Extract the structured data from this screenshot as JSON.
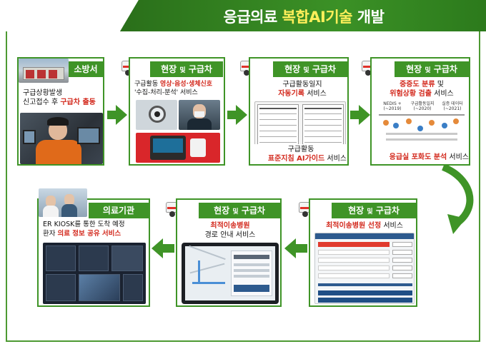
{
  "title": {
    "prefix": "응급의료 ",
    "highlight": "복합AI기술",
    "suffix": " 개발"
  },
  "colors": {
    "green": "#3f9427",
    "dark_green": "#2f7d1f",
    "red": "#d32a1e",
    "yellow": "#ffef5a"
  },
  "cards": {
    "fire": {
      "head": "소방서",
      "line1": "구급상황발생",
      "line2_prefix": "신고접수 후 ",
      "line2_red": "구급차 출동"
    },
    "field1": {
      "head_main1": "현장",
      "head_small": "및",
      "head_main2": "구급차",
      "line1_prefix": "구급활동 ",
      "line1_red": "영상·음성·생체신호",
      "line2": "'수집-처리-분석' 서비스"
    },
    "field2": {
      "head_main1": "현장",
      "head_small": "및",
      "head_main2": "구급차",
      "line1": "구급활동일지",
      "line2_red": "자동기록",
      "line2_suffix": " 서비스",
      "line3": "구급활동",
      "line4_red": "표준지침 AI가이드",
      "line4_suffix": " 서비스"
    },
    "field3": {
      "head_main1": "현장",
      "head_small": "및",
      "head_main2": "구급차",
      "line1_red": "중증도 분류",
      "line1_suffix": " 및",
      "line2_red": "위험상황 검출",
      "line2_suffix": " 서비스",
      "chart_l1": "NEDIS +",
      "chart_l1b": "(~2019)",
      "chart_l2": "구급활동일지",
      "chart_l2b": "(~2020)",
      "chart_l3": "실증 데이터",
      "chart_l3b": "(~2021)",
      "line3_red": "응급실 포화도 분석",
      "line3_suffix": " 서비스"
    },
    "field4": {
      "head_main1": "현장",
      "head_small": "및",
      "head_main2": "구급차",
      "line1_red": "최적이송병원 선정",
      "line1_suffix": " 서비스"
    },
    "field5": {
      "head_main1": "현장",
      "head_small": "및",
      "head_main2": "구급차",
      "line1_red": "최적이송병원",
      "line2": "경로 안내 서비스"
    },
    "hospital": {
      "head": "의료기관",
      "line1": "ER KIOSK를 통한 도착 예정",
      "line2_prefix": "환자 ",
      "line2_red": "의료 정보 공유 서비스"
    }
  }
}
